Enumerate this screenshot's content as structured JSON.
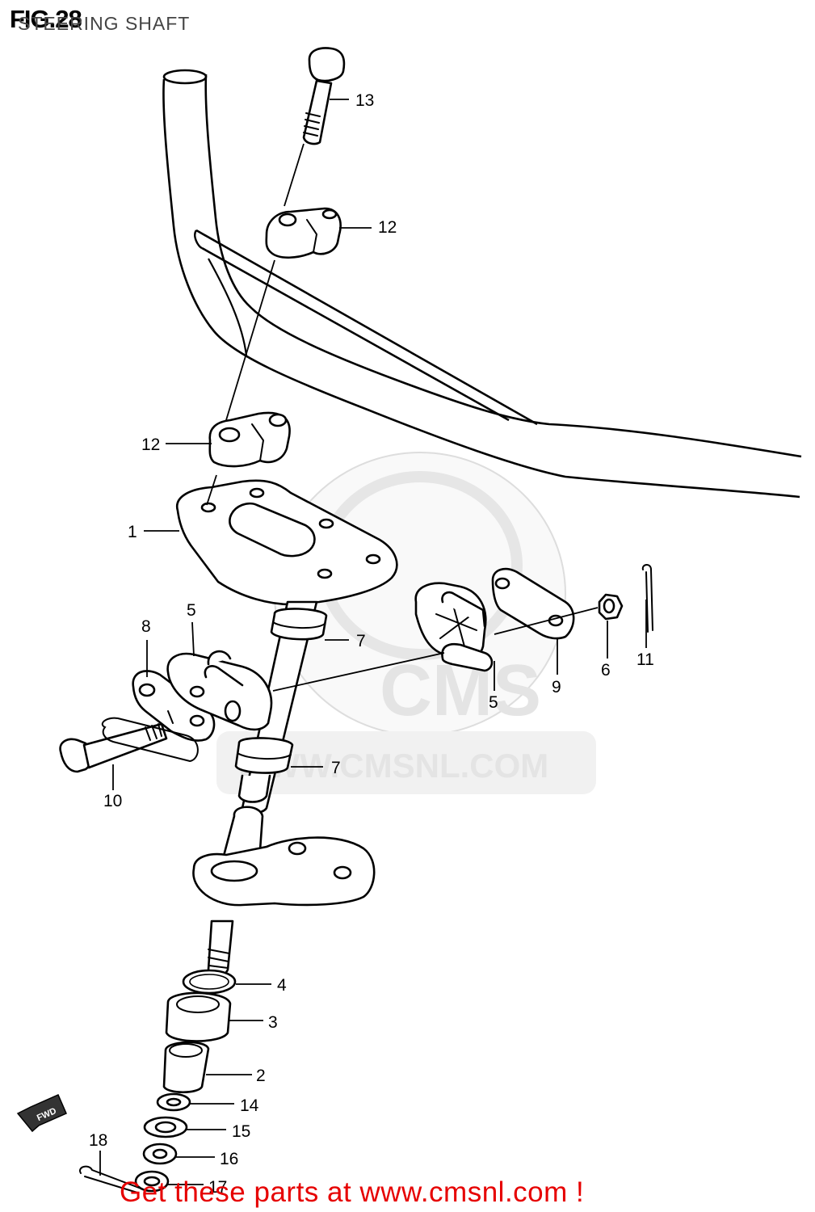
{
  "header": {
    "figure_number": "FIG.28",
    "title": "STEERING SHAFT"
  },
  "watermark": {
    "brand": "CMS",
    "url": "WWW.CMSNL.COM"
  },
  "badge": {
    "fwd": "FWD"
  },
  "callouts": [
    "13",
    "12",
    "12",
    "1",
    "5",
    "8",
    "7",
    "7",
    "10",
    "5",
    "9",
    "6",
    "11",
    "4",
    "3",
    "2",
    "14",
    "15",
    "16",
    "18",
    "17"
  ],
  "footer": {
    "text": "Get these parts at www.cmsnl.com !"
  }
}
